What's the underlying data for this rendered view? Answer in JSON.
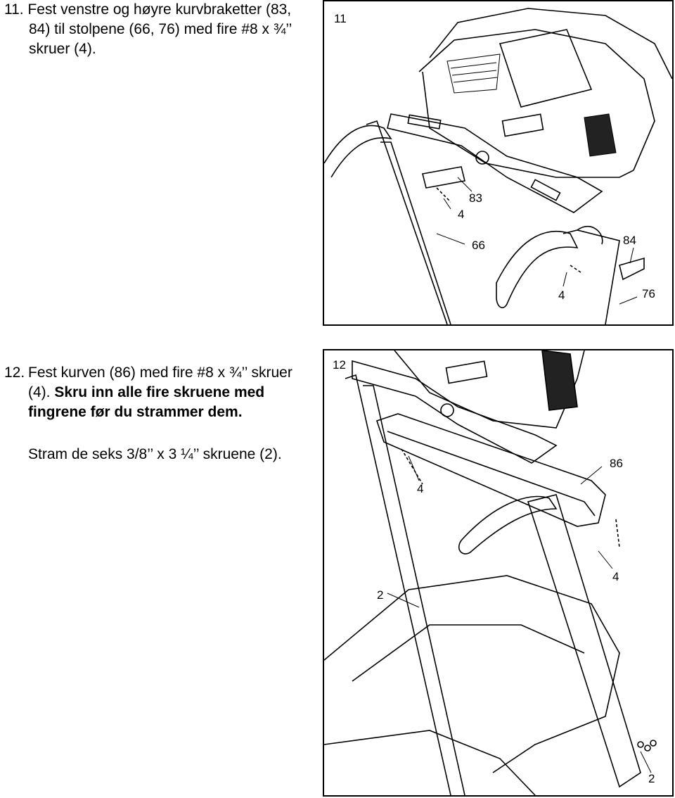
{
  "step11": {
    "number": "11.",
    "text_line1": "Fest venstre og høyre kurvbraketter (83,",
    "text_line2": "84) til stolpene (66, 76) med fire #8 x ¾’’",
    "text_line3": "skruer (4).",
    "figure_label": "11",
    "callouts": {
      "c83": "83",
      "c4a": "4",
      "c66": "66",
      "c84": "84",
      "c4b": "4",
      "c76": "76"
    }
  },
  "step12": {
    "number": "12.",
    "text_line1": "Fest kurven (86) med fire #8 x ¾’’ skruer",
    "text_line2_plain": "(4). ",
    "text_line2_bold": "Skru inn alle fire skruene med",
    "text_line3_bold": "fingrene før du strammer dem.",
    "note": "Stram de seks 3/8’’ x 3 ¼’’ skruene (2).",
    "figure_label": "12",
    "callouts": {
      "c86": "86",
      "c4a": "4",
      "c4b": "4",
      "c2a": "2",
      "c2b": "2"
    }
  }
}
